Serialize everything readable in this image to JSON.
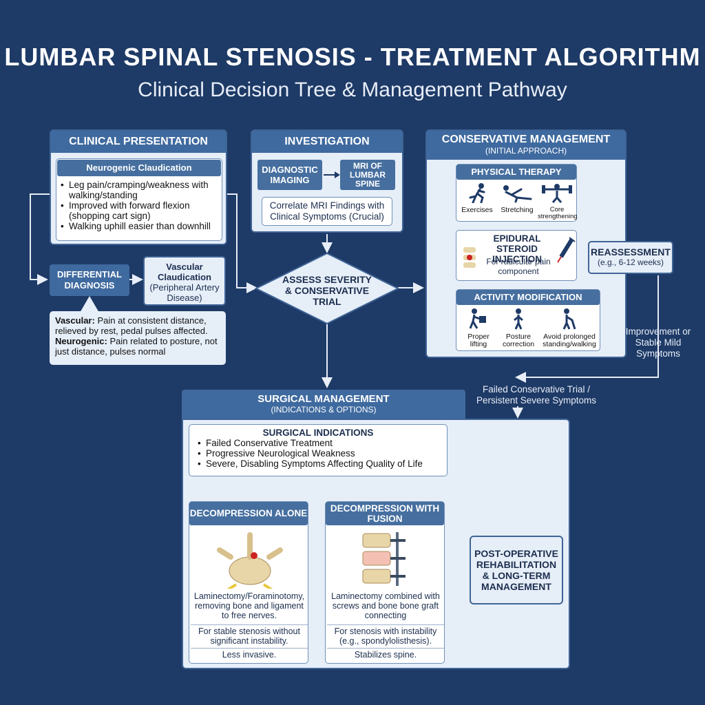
{
  "header": {
    "title": "LUMBAR SPINAL STENOSIS - TREATMENT ALGORITHM",
    "subtitle": "Clinical Decision Tree & Management Pathway"
  },
  "clinical": {
    "title": "CLINICAL PRESENTATION",
    "neuro_title": "Neurogenic Claudication",
    "bullets": [
      "Leg pain/cramping/weakness with walking/standing",
      "Improved with forward flexion (shopping cart sign)",
      "Walking uphill easier than downhill"
    ]
  },
  "differential": {
    "title": "DIFFERENTIAL DIAGNOSIS",
    "vascular_box": "Vascular Claudication",
    "vascular_box_sub": "(Peripheral Artery Disease)",
    "note_vascular_label": "Vascular:",
    "note_vascular": "Pain at consistent distance, relieved by rest, pedal pulses affected.",
    "note_neuro_label": "Neurogenic:",
    "note_neuro": "Pain related to posture, not just distance, pulses normal"
  },
  "investigation": {
    "title": "INVESTIGATION",
    "diag": "DIAGNOSTIC IMAGING",
    "mri": "MRI OF LUMBAR SPINE",
    "correlate": "Correlate MRI Findings with Clinical Symptoms (Crucial)"
  },
  "assess": {
    "label": "ASSESS SEVERITY & CONSERVATIVE TRIAL"
  },
  "conservative": {
    "title": "CONSERVATIVE MANAGEMENT",
    "subtitle": "(INITIAL APPROACH)",
    "pt": {
      "title": "PHYSICAL THERAPY",
      "items": [
        "Exercises",
        "Stretching",
        "Core strengthening"
      ]
    },
    "esi": {
      "title": "EPIDURAL STEROID INJECTION",
      "desc": "For radicular pain component"
    },
    "am": {
      "title": "ACTIVITY MODIFICATION",
      "items": [
        "Proper lifting",
        "Posture correction",
        "Avoid prolonged standing/walking"
      ]
    }
  },
  "reassess": {
    "title": "REASSESSMENT",
    "sub": "(e.g., 6-12 weeks)",
    "improvement": "Improvement or Stable Mild Symptoms",
    "failed": "Failed Conservative Trial / Persistent Severe Symptoms"
  },
  "surgical": {
    "title": "SURGICAL MANAGEMENT",
    "subtitle": "(INDICATIONS & OPTIONS)",
    "indications": {
      "title": "SURGICAL INDICATIONS",
      "items": [
        "Failed Conservative Treatment",
        "Progressive Neurological Weakness",
        "Severe, Disabling Symptoms Affecting Quality of Life"
      ]
    },
    "decomp": {
      "title": "DECOMPRESSION ALONE",
      "desc": "Laminectomy/Foraminotomy, removing bone and ligament to free nerves.",
      "for": "For stable stenosis without significant instability.",
      "note": "Less invasive."
    },
    "fusion": {
      "title": "DECOMPRESSION WITH FUSION",
      "desc": "Laminectomy combined with screws and bone bone graft connecting",
      "for": "For stenosis with instability (e.g., spondylolisthesis).",
      "note": "Stabilizes spine."
    },
    "postop": "POST-OPERATIVE REHABILITATION & LONG-TERM MANAGEMENT"
  },
  "colors": {
    "background": "#1e3a66",
    "panel": "#e6eef8",
    "header": "#3f6a9f",
    "accent_red": "#cc2222"
  }
}
